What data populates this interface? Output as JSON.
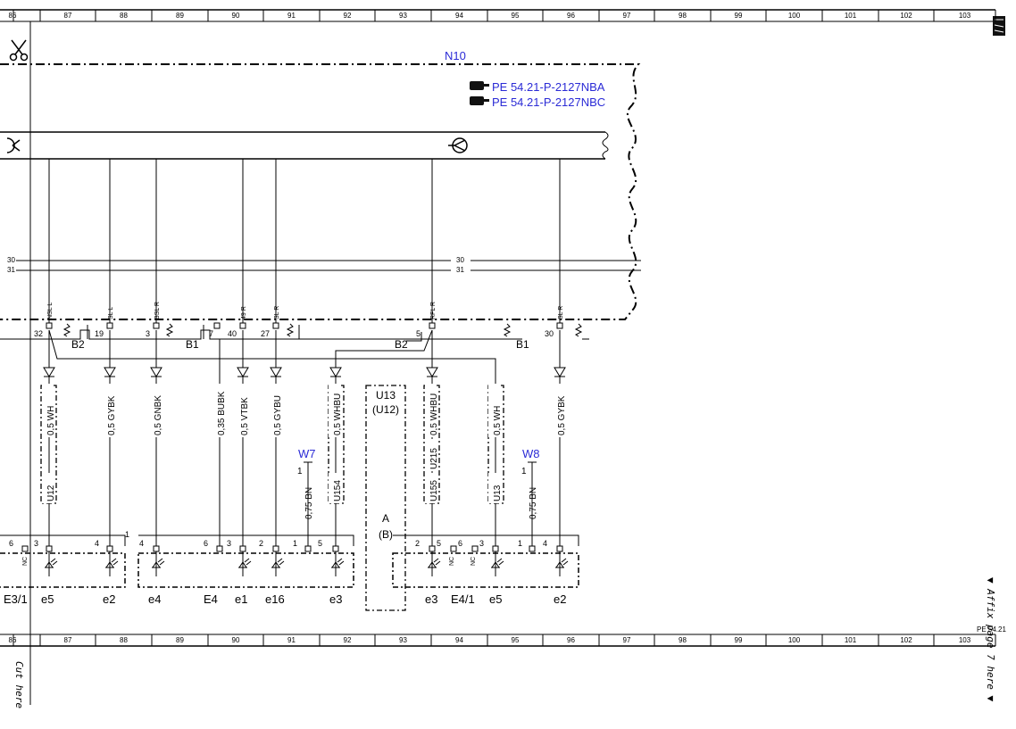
{
  "ruler_numbers": [
    "86",
    "87",
    "88",
    "89",
    "90",
    "91",
    "92",
    "93",
    "94",
    "95",
    "96",
    "97",
    "98",
    "99",
    "100",
    "101",
    "102",
    "103"
  ],
  "module": {
    "name": "N10",
    "ref1": "PE 54.21-P-2127NBA",
    "ref2": "PE 54.21-P-2127NBC"
  },
  "bus": {
    "l30": "30",
    "l31": "31"
  },
  "signal_labels": [
    "NSL L",
    "SL L",
    "BSL R",
    "49 R",
    "SL R",
    "RFL R",
    "SL R"
  ],
  "pins_top": [
    "32",
    "19",
    "3",
    "7",
    "40",
    "27",
    "5",
    "30"
  ],
  "ground_labels": {
    "b2_left": "B2",
    "b1_left": "B1",
    "b2_right": "B2",
    "b1_right": "B1"
  },
  "wires": [
    "0,5 WH",
    "0,5 GYBK",
    "0,5 GNBK",
    "0,35 BUBK",
    "0,5 VTBK",
    "0,5 GYBU",
    "0,5 WHBU",
    "0,5 WHBU",
    "0,5 WH",
    "0,5 GYBK"
  ],
  "wire_extra": "U215",
  "splices": [
    "U12",
    "U154",
    "U155",
    "U13"
  ],
  "connector_u13": {
    "line1": "U13",
    "line2": "(U12)",
    "a": "A",
    "b": "(B)"
  },
  "grounds": {
    "w7": {
      "name": "W7",
      "pin": "1",
      "wire": "0,75 BN"
    },
    "w8": {
      "name": "W8",
      "pin": "1",
      "wire": "0,75 BN"
    }
  },
  "pins_bottom": [
    "6",
    "3",
    "4",
    "1",
    "4",
    "6",
    "3",
    "2",
    "1",
    "5",
    "2",
    "5",
    "6",
    "3",
    "1",
    "4"
  ],
  "nc_label": "NC",
  "bottom_labels": [
    "E3/1",
    "e5",
    "e2",
    "e4",
    "E4",
    "e1",
    "e16",
    "e3",
    "e3",
    "E4/1",
    "e5",
    "e2"
  ],
  "side": {
    "affix": "▼ Affix page 7 here ▼",
    "page_ref": "PE 54.21",
    "cut": "Cut here"
  }
}
